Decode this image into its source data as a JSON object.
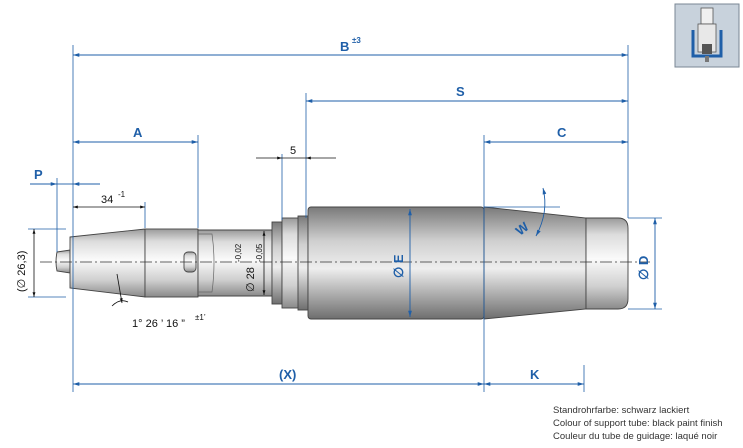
{
  "dimensions": {
    "B": {
      "label": "B",
      "tol": "±3"
    },
    "S": {
      "label": "S"
    },
    "A": {
      "label": "A"
    },
    "C": {
      "label": "C"
    },
    "five": {
      "label": "5"
    },
    "P": {
      "label": "P"
    },
    "thirtyfour": {
      "label": "34",
      "tol": "-1"
    },
    "dia263": {
      "label": "(∅ 26,3)"
    },
    "dia28": {
      "label": "∅ 28",
      "tol_upper": "-0,02",
      "tol_lower": "-0,05"
    },
    "E": {
      "label": "∅ E"
    },
    "D": {
      "label": "∅ D"
    },
    "W": {
      "label": "W"
    },
    "angle": {
      "label": "1° 26 ’ 16 ”",
      "tol": "±1’"
    },
    "X": {
      "label": "(X)"
    },
    "K": {
      "label": "K"
    }
  },
  "notes": [
    "Standrohrfarbe: schwarz lackiert",
    "Colour of support tube: black paint finish",
    "Couleur du tube de guidage: laqué noir"
  ],
  "colors": {
    "accent": "#1f5fa8",
    "tube_dark": "#8a8a8a",
    "tube_light": "#f4f4f4",
    "thumb_bg": "#c8d2dc"
  },
  "thumbnail": {
    "icon": "hydraulic-cylinder-icon"
  }
}
